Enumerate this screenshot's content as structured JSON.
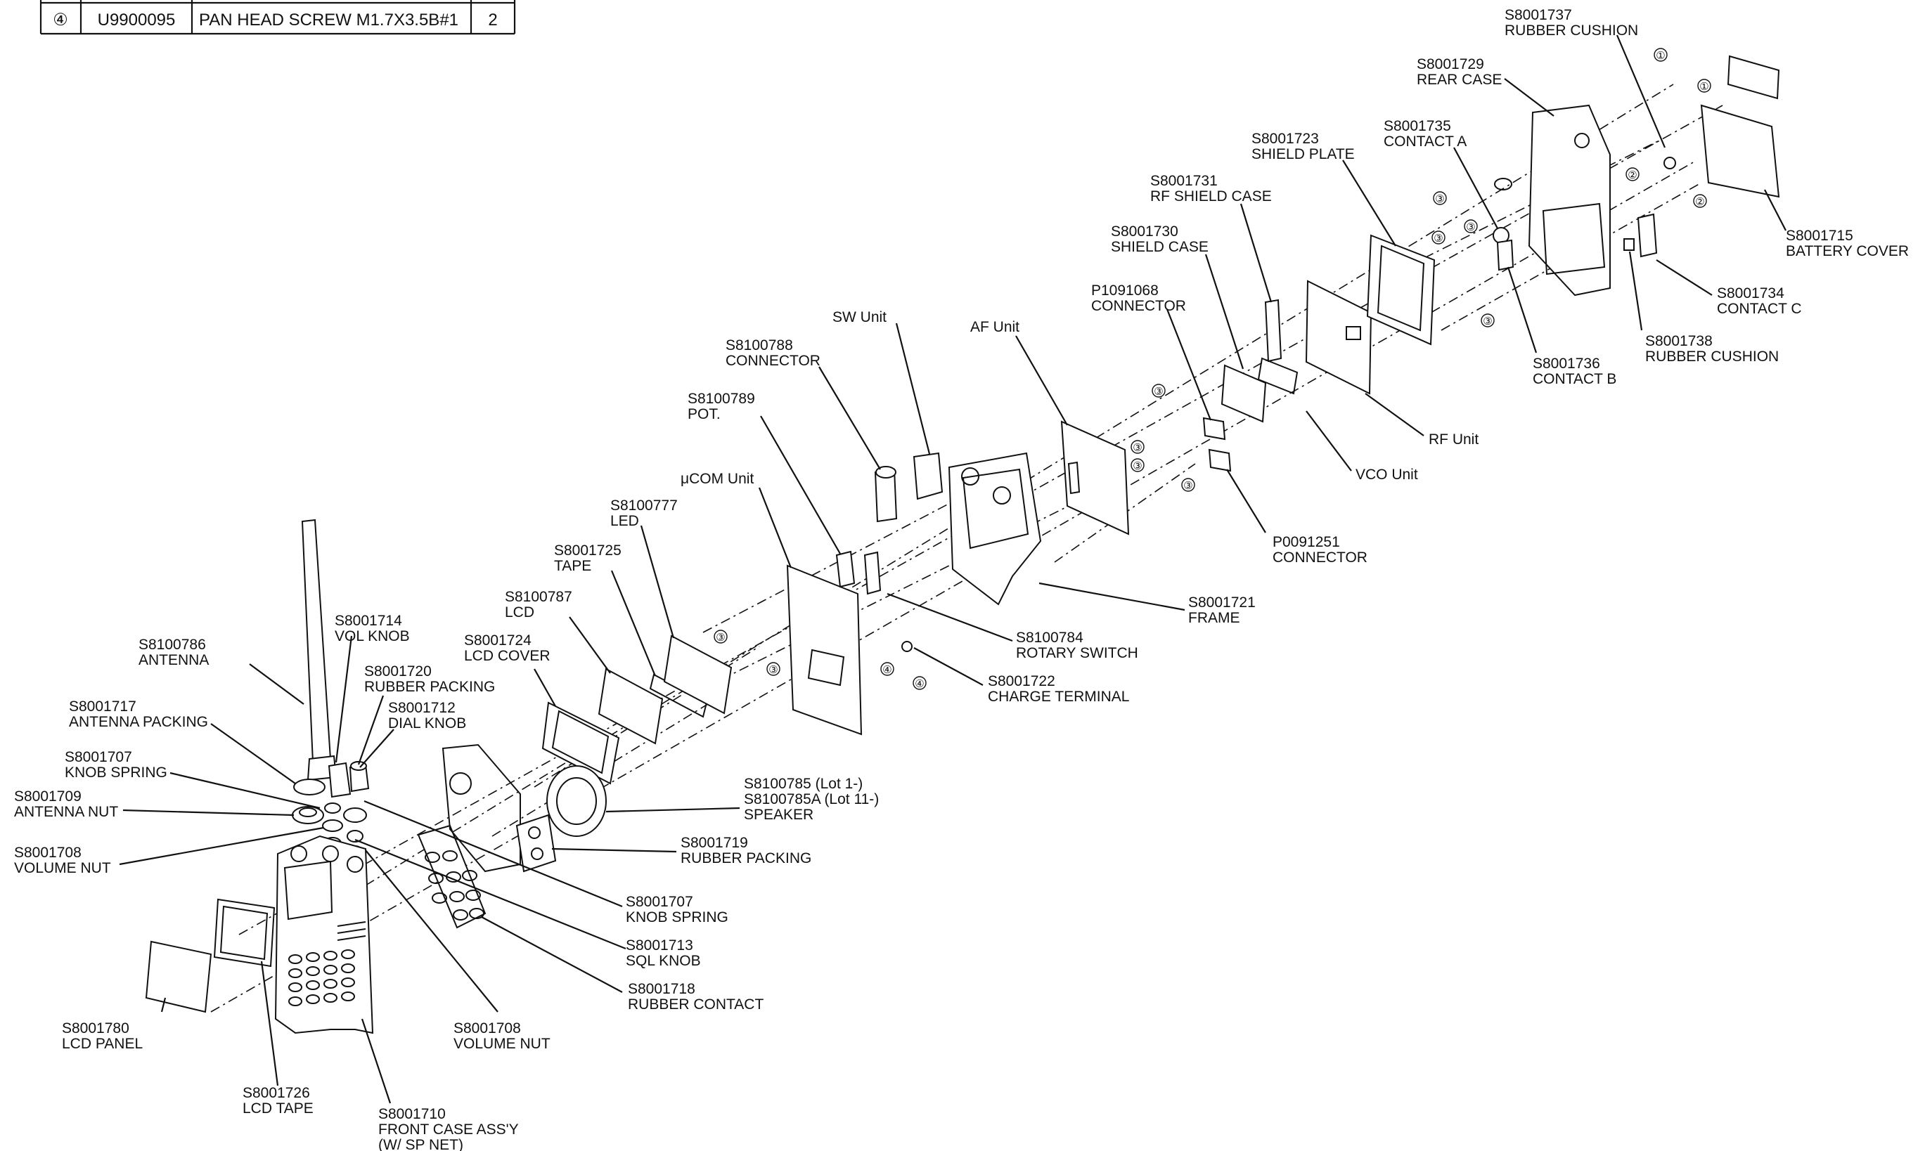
{
  "parts_table": [
    {
      "ref": "④",
      "part_no": "U9900095",
      "description": "PAN HEAD SCREW M1.7X3.5B#1",
      "qty": "2"
    }
  ],
  "callouts": [
    {
      "id": "c01",
      "lines": [
        "S8001737",
        "RUBBER CUSHION"
      ]
    },
    {
      "id": "c02",
      "lines": [
        "S8001729",
        "REAR CASE"
      ]
    },
    {
      "id": "c03",
      "lines": [
        "S8001735",
        "CONTACT A"
      ]
    },
    {
      "id": "c04",
      "lines": [
        "S8001723",
        "SHIELD PLATE"
      ]
    },
    {
      "id": "c05",
      "lines": [
        "S8001731",
        "RF SHIELD CASE"
      ]
    },
    {
      "id": "c06",
      "lines": [
        "S8001730",
        "SHIELD CASE"
      ]
    },
    {
      "id": "c07",
      "lines": [
        "P1091068",
        "CONNECTOR"
      ]
    },
    {
      "id": "c08",
      "lines": [
        "AF Unit"
      ]
    },
    {
      "id": "c09",
      "lines": [
        "SW Unit"
      ]
    },
    {
      "id": "c10",
      "lines": [
        "S8100788",
        "CONNECTOR"
      ]
    },
    {
      "id": "c11",
      "lines": [
        "S8100789",
        "POT."
      ]
    },
    {
      "id": "c12",
      "lines": [
        "μCOM Unit"
      ]
    },
    {
      "id": "c13",
      "lines": [
        "S8100777",
        "LED"
      ]
    },
    {
      "id": "c14",
      "lines": [
        "S8001725",
        "TAPE"
      ]
    },
    {
      "id": "c15",
      "lines": [
        "S8100787",
        "LCD"
      ]
    },
    {
      "id": "c16",
      "lines": [
        "S8001724",
        "LCD COVER"
      ]
    },
    {
      "id": "c17",
      "lines": [
        "S8001714",
        "VOL KNOB"
      ]
    },
    {
      "id": "c18",
      "lines": [
        "S8100786",
        "ANTENNA"
      ]
    },
    {
      "id": "c19",
      "lines": [
        "S8001720",
        "RUBBER PACKING"
      ]
    },
    {
      "id": "c20",
      "lines": [
        "S8001717",
        "ANTENNA PACKING"
      ]
    },
    {
      "id": "c21",
      "lines": [
        "S8001712",
        "DIAL KNOB"
      ]
    },
    {
      "id": "c22",
      "lines": [
        "S8001707",
        "KNOB SPRING"
      ]
    },
    {
      "id": "c23",
      "lines": [
        "S8001709",
        "ANTENNA NUT"
      ]
    },
    {
      "id": "c24",
      "lines": [
        "S8001708",
        "VOLUME NUT"
      ]
    },
    {
      "id": "c25",
      "lines": [
        "S8001780",
        "LCD PANEL"
      ]
    },
    {
      "id": "c26",
      "lines": [
        "S8001726",
        "LCD TAPE"
      ]
    },
    {
      "id": "c27",
      "lines": [
        "S8001710",
        "FRONT CASE ASS'Y",
        "(W/ SP NET)"
      ]
    },
    {
      "id": "c28",
      "lines": [
        "S8001708",
        "VOLUME NUT"
      ]
    },
    {
      "id": "c29",
      "lines": [
        "S8001718",
        "RUBBER CONTACT"
      ]
    },
    {
      "id": "c30",
      "lines": [
        "S8001713",
        "SQL KNOB"
      ]
    },
    {
      "id": "c31",
      "lines": [
        "S8001707",
        "KNOB SPRING"
      ]
    },
    {
      "id": "c32",
      "lines": [
        "S8001719",
        "RUBBER PACKING"
      ]
    },
    {
      "id": "c33",
      "lines": [
        "S8100785 (Lot 1-)",
        "S8100785A (Lot 11-)",
        "SPEAKER"
      ]
    },
    {
      "id": "c34",
      "lines": [
        "S8001722",
        "CHARGE TERMINAL"
      ]
    },
    {
      "id": "c35",
      "lines": [
        "S8100784",
        "ROTARY SWITCH"
      ]
    },
    {
      "id": "c36",
      "lines": [
        "S8001721",
        "FRAME"
      ]
    },
    {
      "id": "c37",
      "lines": [
        "P0091251",
        "CONNECTOR"
      ]
    },
    {
      "id": "c38",
      "lines": [
        "VCO Unit"
      ]
    },
    {
      "id": "c39",
      "lines": [
        "RF Unit"
      ]
    },
    {
      "id": "c40",
      "lines": [
        "S8001736",
        "CONTACT B"
      ]
    },
    {
      "id": "c41",
      "lines": [
        "S8001738",
        "RUBBER CUSHION"
      ]
    },
    {
      "id": "c42",
      "lines": [
        "S8001734",
        "CONTACT C"
      ]
    },
    {
      "id": "c43",
      "lines": [
        "S8001715",
        "BATTERY COVER"
      ]
    }
  ],
  "screw_marks": [
    "①",
    "①",
    "②",
    "②",
    "③",
    "③",
    "③",
    "③",
    "③",
    "③",
    "③",
    "③",
    "③",
    "③",
    "④",
    "④"
  ]
}
